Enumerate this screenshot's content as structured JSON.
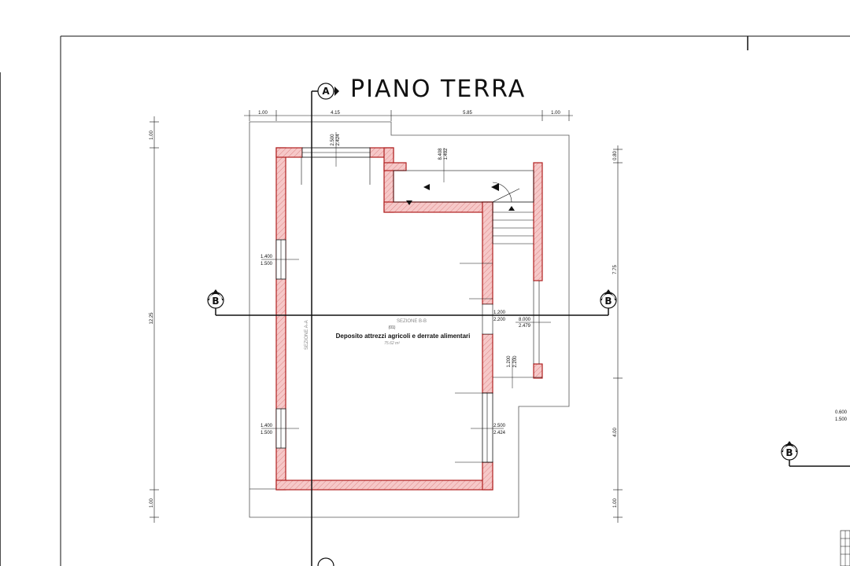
{
  "title": "PIANO TERRA",
  "section_markers": {
    "a": "A",
    "b": "B"
  },
  "section_labels": {
    "bb": "SEZIONE B-B",
    "aa": "SEZIONE A-A"
  },
  "room": {
    "number": "(01)",
    "name": "Deposito attrezzi agricoli e derrate alimentari",
    "area": "75.62 m²"
  },
  "dims_top": {
    "d1": "1.00",
    "d2": "4.15",
    "d3": "5.85",
    "d4": "1.00"
  },
  "dims_left": {
    "d1": "1.00",
    "total": "12.25",
    "d2": "1.00"
  },
  "dims_right": {
    "d1": "0.80",
    "d2": "7.75",
    "d3": "4.00",
    "d4": "1.00"
  },
  "openings": {
    "top_window": [
      "2.500",
      "2.424"
    ],
    "top_stair": [
      "8.408",
      "1.492"
    ],
    "left_window_1": [
      "1.400",
      "1.500"
    ],
    "left_window_2": [
      "1.400",
      "1.500"
    ],
    "right_opening_1": [
      "1.200",
      "2.200"
    ],
    "right_opening_2": [
      "8.000",
      "2.479"
    ],
    "right_door": [
      "1.200",
      "2.200"
    ],
    "right_door_2": [
      "2.500",
      "2.424"
    ],
    "far_right": [
      "0.600",
      "1.500"
    ]
  },
  "colors": {
    "wall_fill": "#f4c3c3",
    "wall_stroke": "#b02020",
    "line": "#111111"
  }
}
